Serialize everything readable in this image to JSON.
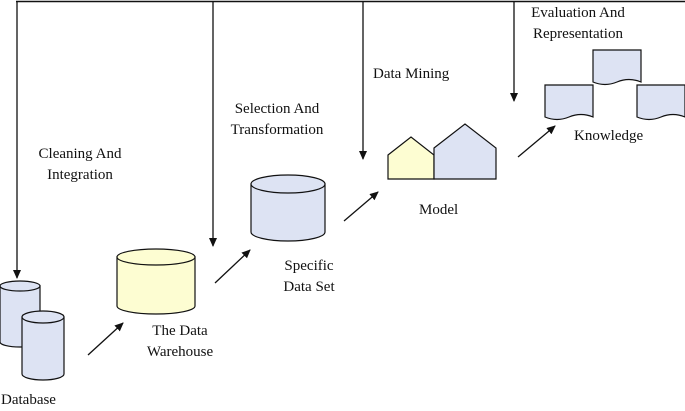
{
  "stages": {
    "database": "Database",
    "warehouse_line1": "The Data",
    "warehouse_line2": "Warehouse",
    "dataset_line1": "Specific",
    "dataset_line2": "Data Set",
    "model": "Model",
    "knowledge": "Knowledge"
  },
  "processes": {
    "cleaning_line1": "Cleaning And",
    "cleaning_line2": "Integration",
    "selection_line1": "Selection And",
    "selection_line2": "Transformation",
    "mining": "Data Mining",
    "evaluation_line1": "Evaluation And",
    "evaluation_line2": "Representation"
  },
  "colors": {
    "cylinder_blue": "#dde3f3",
    "cylinder_yellow": "#fdfdd2",
    "house_yellow": "#fdfdd2",
    "house_blue": "#dde3f3",
    "document_blue": "#dde3f3",
    "stroke": "#111111"
  }
}
